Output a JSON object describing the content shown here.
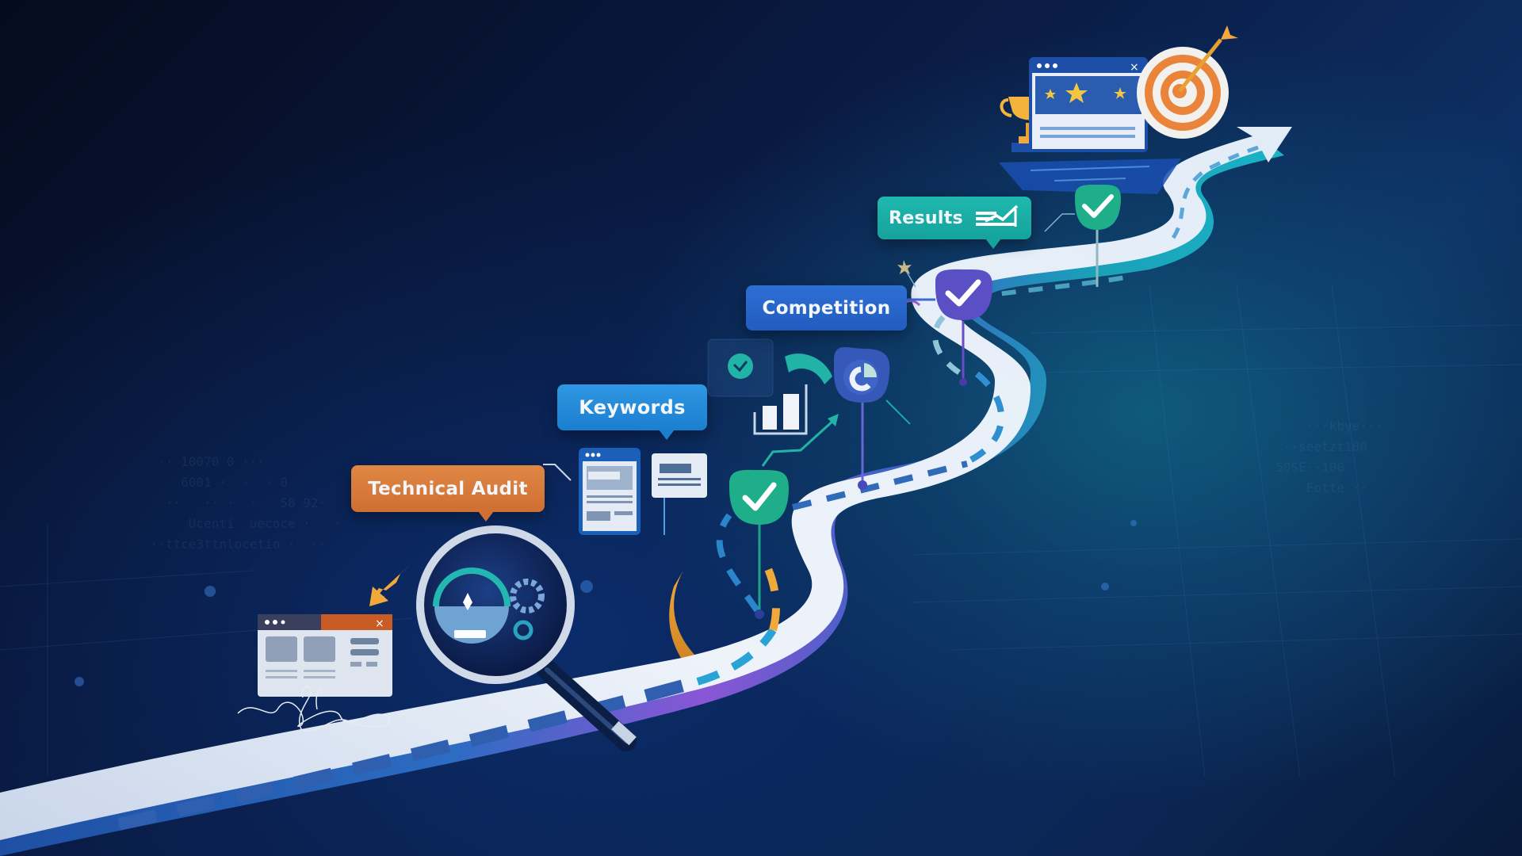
{
  "roadmap": {
    "theme": "SEO journey roadmap",
    "milestones": [
      {
        "id": "technical-audit",
        "label": "Technical Audit",
        "color": "#d87a3c",
        "icon": "magnifying-glass-gauge-icon"
      },
      {
        "id": "keywords",
        "label": "Keywords",
        "color": "#2389d9",
        "icon": "document-icon"
      },
      {
        "id": "competition",
        "label": "Competition",
        "color": "#2866c9",
        "icon": "pie-chart-icon"
      },
      {
        "id": "results",
        "label": "Results",
        "color": "#19aea5",
        "icon": "trend-chart-icon"
      }
    ],
    "checkpoints": [
      {
        "id": "check-1",
        "color": "#1fae8a",
        "icon": "checkmark-icon"
      },
      {
        "id": "check-2",
        "color": "#5a4fc4",
        "icon": "checkmark-icon"
      },
      {
        "id": "check-3",
        "color": "#1fae8a",
        "icon": "checkmark-icon"
      }
    ],
    "goal": {
      "icons": [
        "trophy-icon",
        "browser-window-stars-icon",
        "target-arrow-icon"
      ]
    }
  },
  "colors": {
    "background_dark": "#060d24",
    "background_blue": "#0b2a63",
    "background_teal": "#0f5a7c",
    "road_surface": "#e9eef6",
    "road_dash": "#2f6bb8",
    "accent_orange": "#f0a93a",
    "accent_purple": "#8a56d6"
  }
}
